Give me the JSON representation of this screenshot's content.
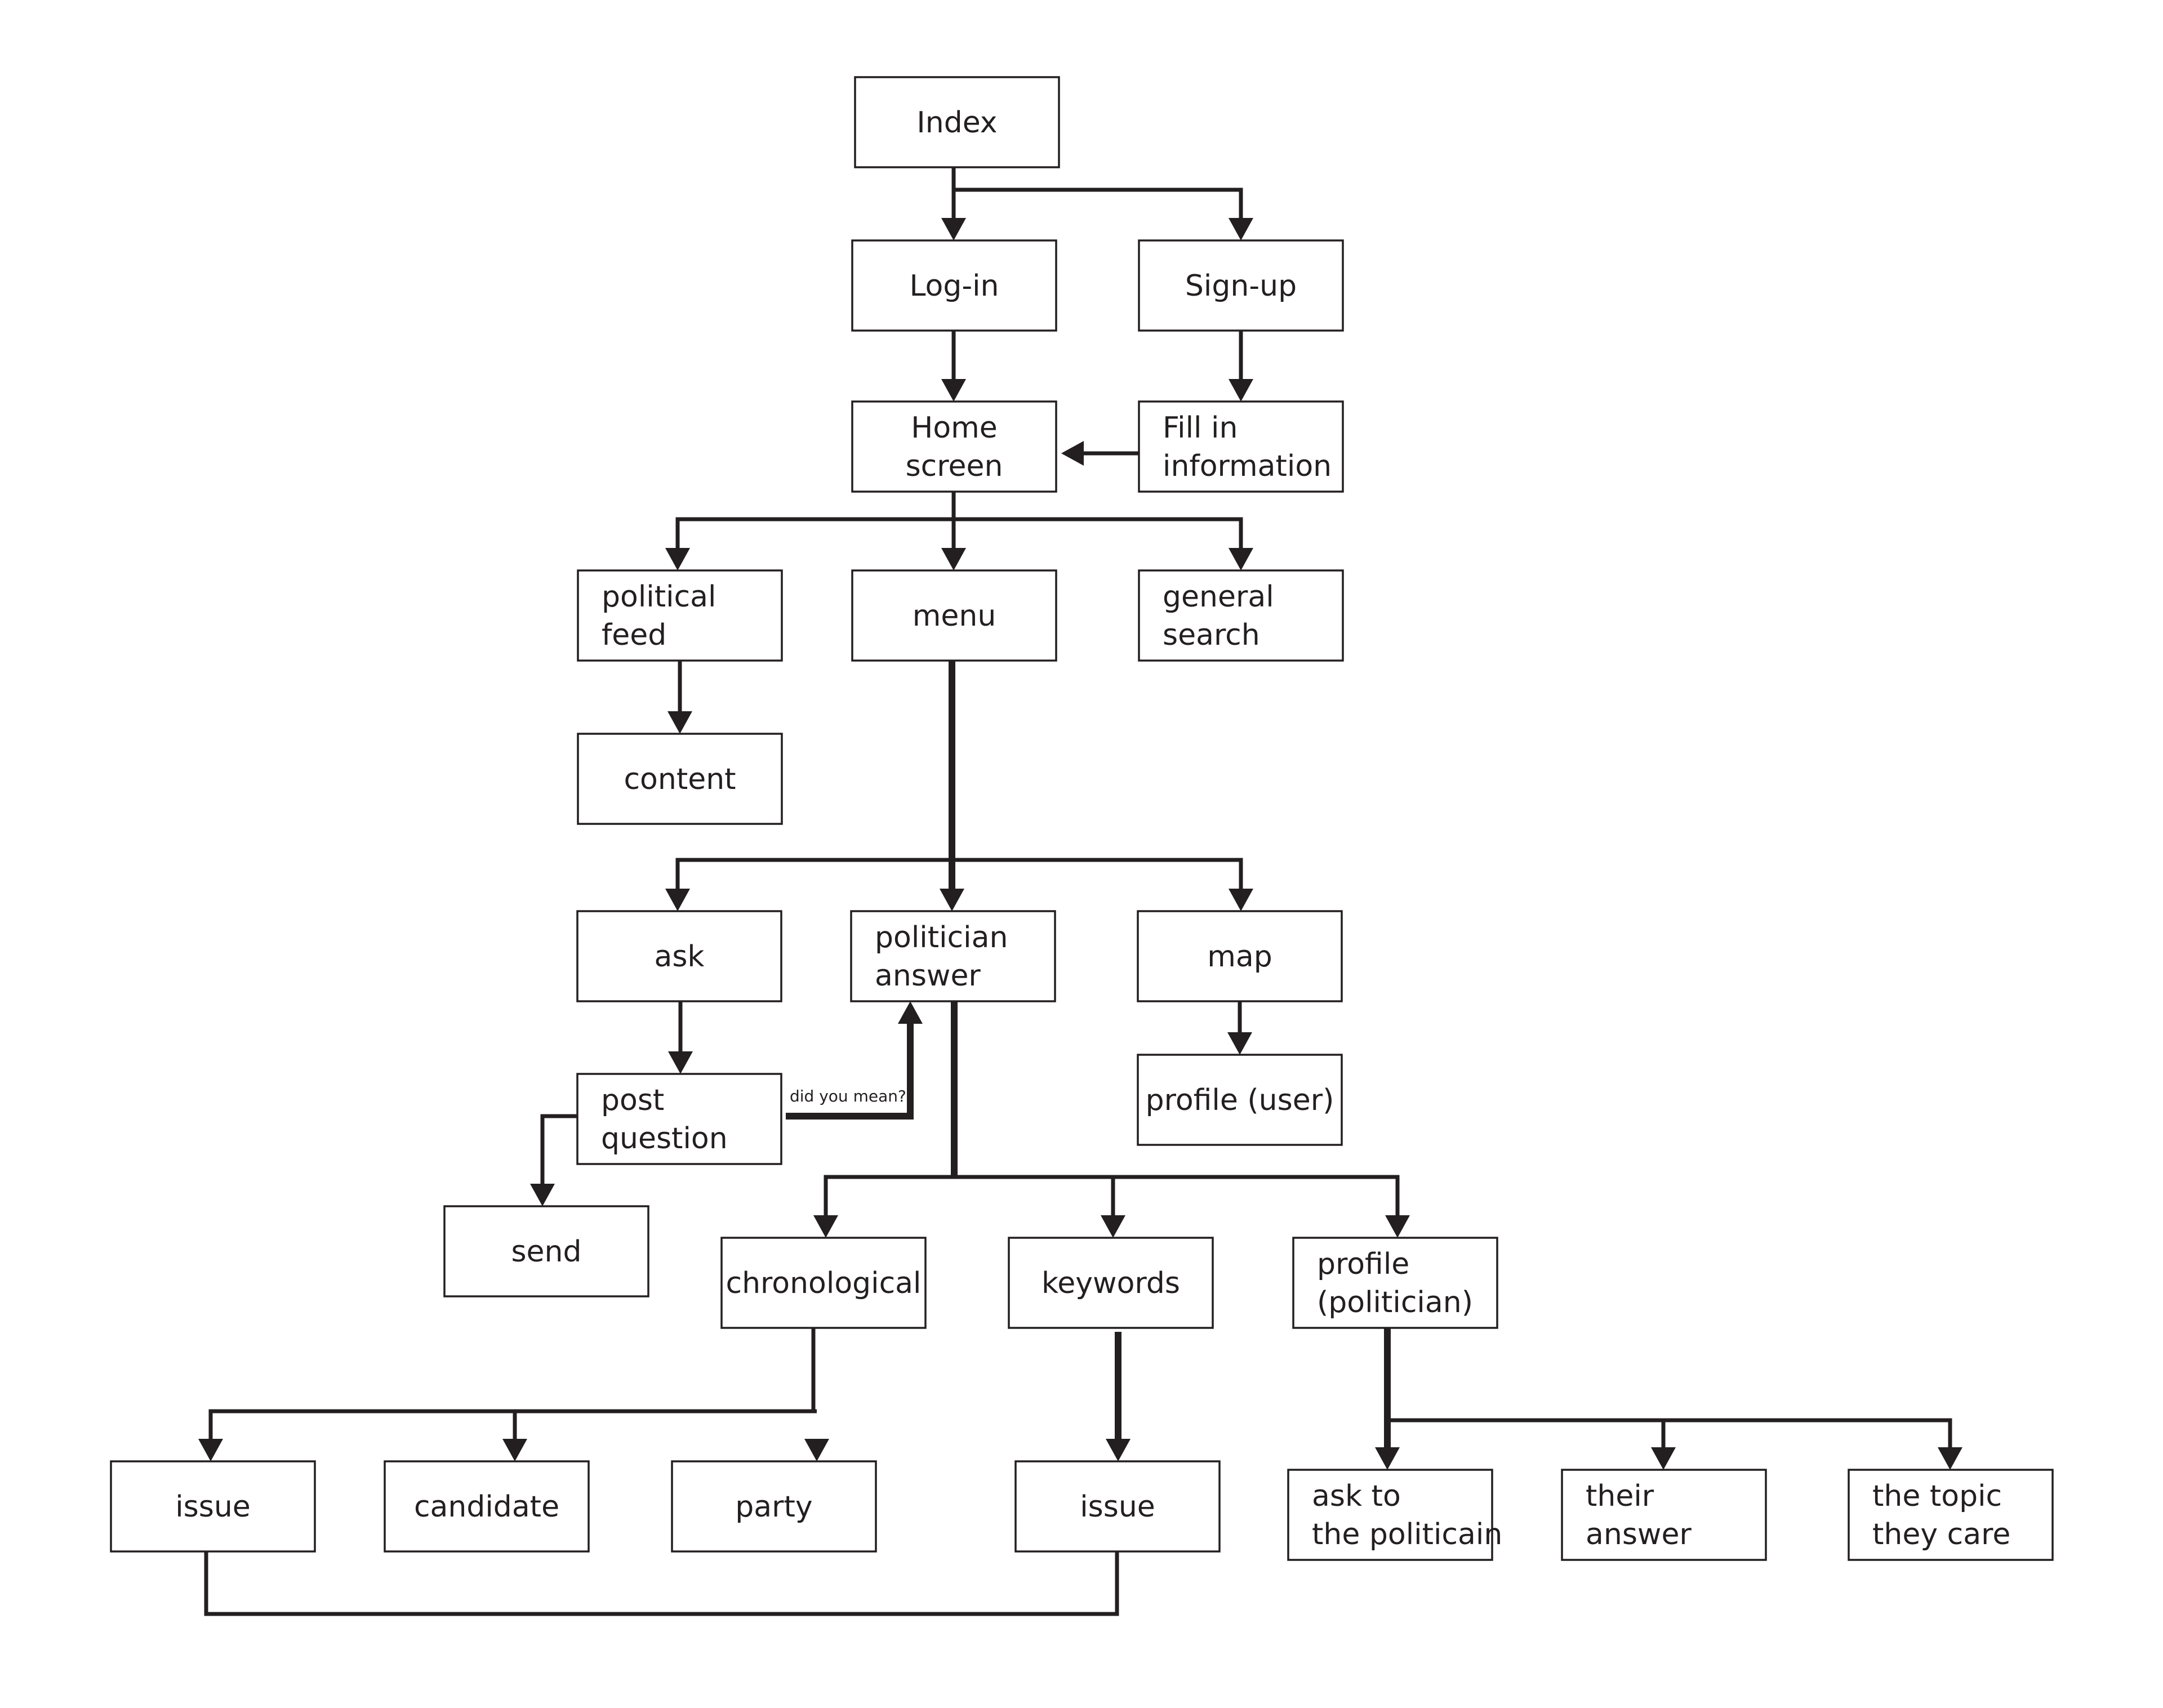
{
  "nodes": {
    "index": {
      "lines": [
        "Index"
      ]
    },
    "login": {
      "lines": [
        "Log-in"
      ]
    },
    "signup": {
      "lines": [
        "Sign-up"
      ]
    },
    "home": {
      "lines": [
        "Home",
        "screen"
      ]
    },
    "fill": {
      "lines": [
        "Fill in",
        "information"
      ]
    },
    "feed": {
      "lines": [
        "political",
        "feed"
      ]
    },
    "menu": {
      "lines": [
        "menu"
      ]
    },
    "search": {
      "lines": [
        "general",
        "search"
      ]
    },
    "content": {
      "lines": [
        "content"
      ]
    },
    "ask": {
      "lines": [
        "ask"
      ]
    },
    "politician_answer": {
      "lines": [
        "politician",
        "answer"
      ]
    },
    "map": {
      "lines": [
        "map"
      ]
    },
    "post": {
      "lines": [
        "post",
        "question"
      ]
    },
    "profile_user": {
      "lines": [
        "profile (user)"
      ]
    },
    "send": {
      "lines": [
        "send"
      ]
    },
    "chrono": {
      "lines": [
        "chronological"
      ]
    },
    "keywords": {
      "lines": [
        "keywords"
      ]
    },
    "profile_pol": {
      "lines": [
        "profile",
        "(politician)"
      ]
    },
    "issue1": {
      "lines": [
        "issue"
      ]
    },
    "candidate": {
      "lines": [
        "candidate"
      ]
    },
    "party": {
      "lines": [
        "party"
      ]
    },
    "issue2": {
      "lines": [
        "issue"
      ]
    },
    "ask_pol": {
      "lines": [
        "ask to",
        "the politicain"
      ]
    },
    "their_answer": {
      "lines": [
        "their",
        "answer"
      ]
    },
    "topic": {
      "lines": [
        "the topic",
        "they care"
      ]
    }
  },
  "edge_labels": {
    "did_you_mean": "did you mean?"
  },
  "colors": {
    "stroke": "#231f20",
    "background": "#ffffff"
  }
}
